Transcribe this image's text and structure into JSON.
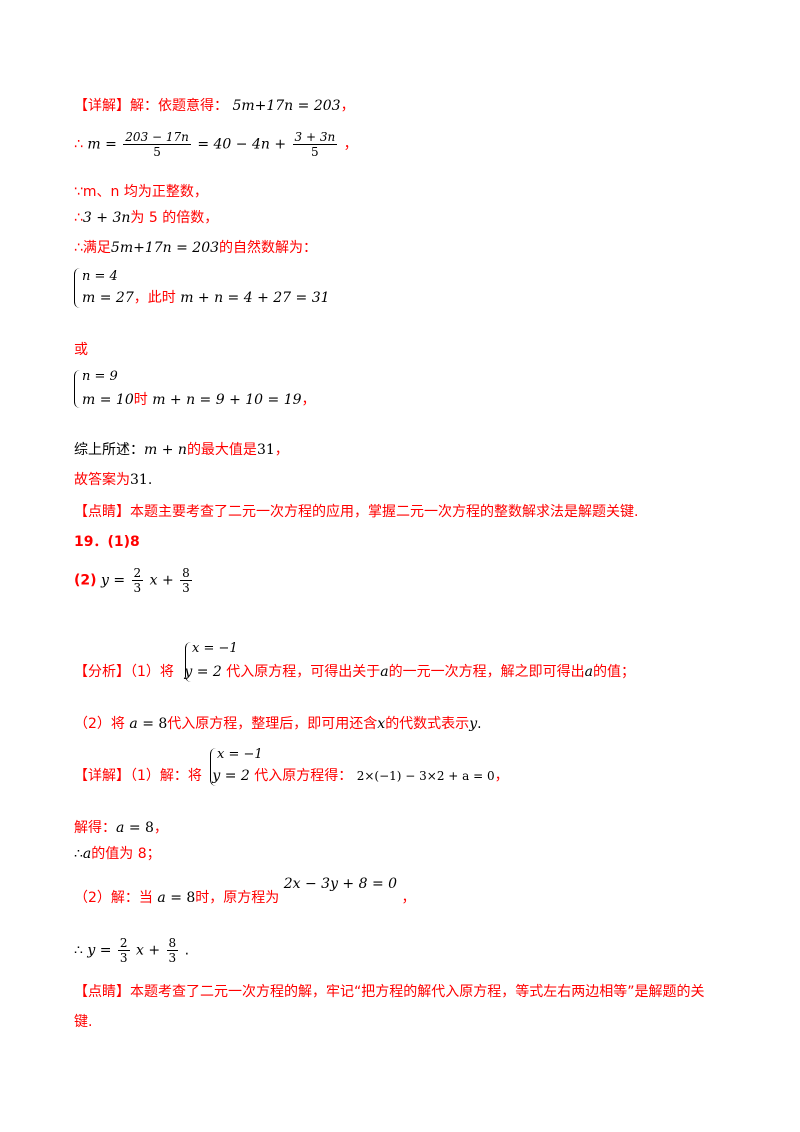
{
  "p1": {
    "tag": "【详解】",
    "intro": "解：依题意得：",
    "eq": "5m+17n = 203",
    "comma": "，"
  },
  "p2": {
    "therefore": "∴",
    "lhs": "m =",
    "f1_num": "203 − 17n",
    "f1_den": "5",
    "mid": "= 40 − 4n +",
    "f2_num": "3 + 3n",
    "f2_den": "5",
    "comma": "，"
  },
  "p3": {
    "text": "∵m、n 均为正整数，"
  },
  "p4": {
    "therefore": "∴",
    "expr": "3 + 3n",
    "text": "为 5 的倍数，"
  },
  "p5": {
    "prefix": "∴满足",
    "eq": "5m+17n = 203",
    "text": "的自然数解为："
  },
  "sys1": {
    "l1": "n = 4",
    "l2": "m = 27",
    "mid": "，此时",
    "eq": "m + n = 4 + 27 = 31"
  },
  "or": "或",
  "sys2": {
    "l1": "n = 9",
    "l2": "m = 10",
    "mid": "时",
    "eq": "m + n = 9 + 10 = 19",
    "comma": "，"
  },
  "p6": {
    "prefix": "综上所述：",
    "expr": "m + n",
    "text": "的最大值是",
    "val": "31",
    "comma": "，"
  },
  "p7": {
    "prefix": "故答案为",
    "val": "31",
    "dot": "."
  },
  "p8": {
    "tag": "【点睛】",
    "text": "本题主要考查了二元一次方程的应用，掌握二元一次方程的整数解求法是解题关键."
  },
  "q19": {
    "num": "19．(1)8",
    "part2": "(2)",
    "lhs": "y =",
    "f_num": "2",
    "f_den": "3",
    "mid": "x +",
    "g_num": "8",
    "g_den": "3"
  },
  "analysis": {
    "tag": "【分析】",
    "t1": "（1）将",
    "s1": "x = −1",
    "s2": "y = 2",
    "t2": "代入原方程，可得出关于",
    "a1": "a",
    "t3": "的一元一次方程，解之即可得出",
    "a2": "a",
    "t4": "的值；"
  },
  "analysis2": {
    "t1": "（2）将",
    "a": "a",
    "eq": "= 8",
    "t2": "代入原方程，整理后，即可用还含",
    "x": "x",
    "t3": "的代数式表示",
    "y": "y",
    "dot": "."
  },
  "detail": {
    "tag": "【详解】",
    "t1": "（1）解：将",
    "s1": "x = −1",
    "s2": "y = 2",
    "t2": "代入原方程得：",
    "eq": "2×(−1) − 3×2 + a = 0",
    "comma": "，"
  },
  "solve": {
    "prefix": "解得：",
    "a": "a",
    "eq": "= 8",
    "comma": "，"
  },
  "aval": {
    "therefore": "∴",
    "a": "a",
    "text": "的值为 8；"
  },
  "part2": {
    "t1": "（2）解：当",
    "a": "a",
    "eq": "= 8",
    "t2": "时，原方程为",
    "eq2": "2x − 3y + 8 = 0",
    "comma": "，"
  },
  "final": {
    "therefore": "∴",
    "lhs": "y =",
    "f_num": "2",
    "f_den": "3",
    "mid": "x +",
    "g_num": "8",
    "g_den": "3",
    "dot": "."
  },
  "comment": {
    "tag": "【点睛】",
    "l1": "本题考查了二元一次方程的解，牢记“把方程的解代入原方程，等式左右两边相等”是解题的关",
    "l2": "键."
  }
}
